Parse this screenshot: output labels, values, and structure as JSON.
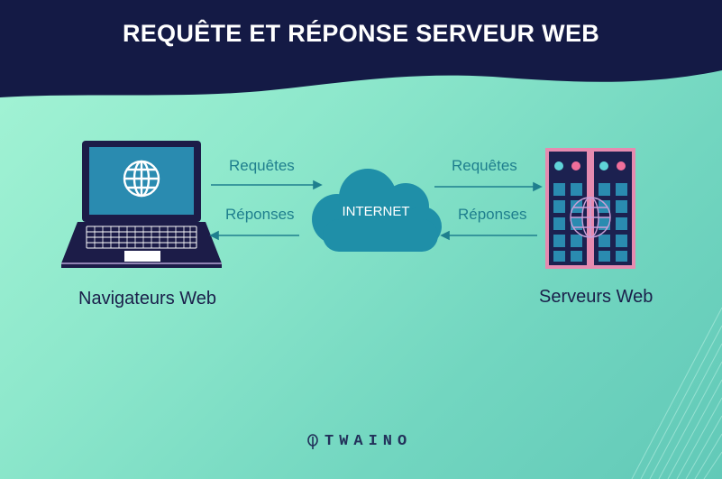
{
  "title": "REQUÊTE ET RÉPONSE SERVEUR WEB",
  "left_arrows": {
    "request_label": "Requêtes",
    "response_label": "Réponses"
  },
  "right_arrows": {
    "request_label": "Requêtes",
    "response_label": "Réponses"
  },
  "cloud_label": "INTERNET",
  "client_caption": "Navigateurs Web",
  "server_caption": "Serveurs Web",
  "brand": "TWAINO",
  "colors": {
    "header": "#141a45",
    "cloud": "#1f8fa8",
    "arrow": "#1f7f8e",
    "laptop_body": "#1c1c48",
    "laptop_screen": "#2a8bb0",
    "server_frame": "#e58bb0",
    "server_panel": "#1c2150",
    "server_cell": "#2a8bb0",
    "light_cyan": "#5fd3d8",
    "light_pink": "#f06e9a"
  },
  "icons": [
    "globe-icon",
    "laptop-icon",
    "cloud-icon",
    "server-icon",
    "brand-leaf-icon"
  ]
}
